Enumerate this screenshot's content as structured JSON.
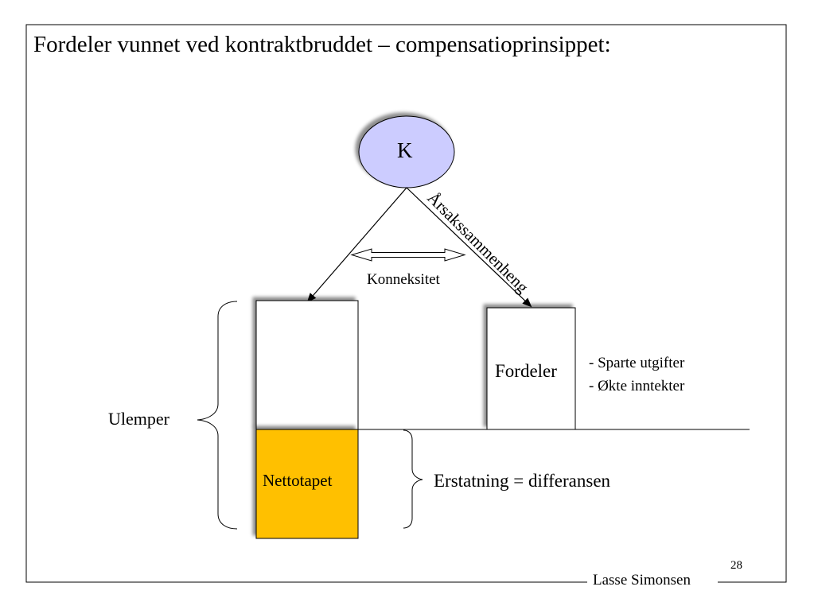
{
  "slide": {
    "title": "Fordeler vunnet ved kontraktbruddet – compensatioprinsippet:",
    "page_number": "28",
    "author": "Lasse Simonsen"
  },
  "diagram": {
    "root_node": "K",
    "connexity_label": "Konneksitet",
    "causality_label": "Årsakssammenheng",
    "benefits_box_label": "Fordeler",
    "benefits_items": [
      "- Sparte utgifter",
      "- Økte inntekter"
    ],
    "losses_label": "Ulemper",
    "net_loss_label": "Nettotapet",
    "compensation_label": "Erstatning = differansen"
  },
  "colors": {
    "node_fill": "#ccccff",
    "net_loss_fill": "#ffc000",
    "line": "#000000"
  }
}
